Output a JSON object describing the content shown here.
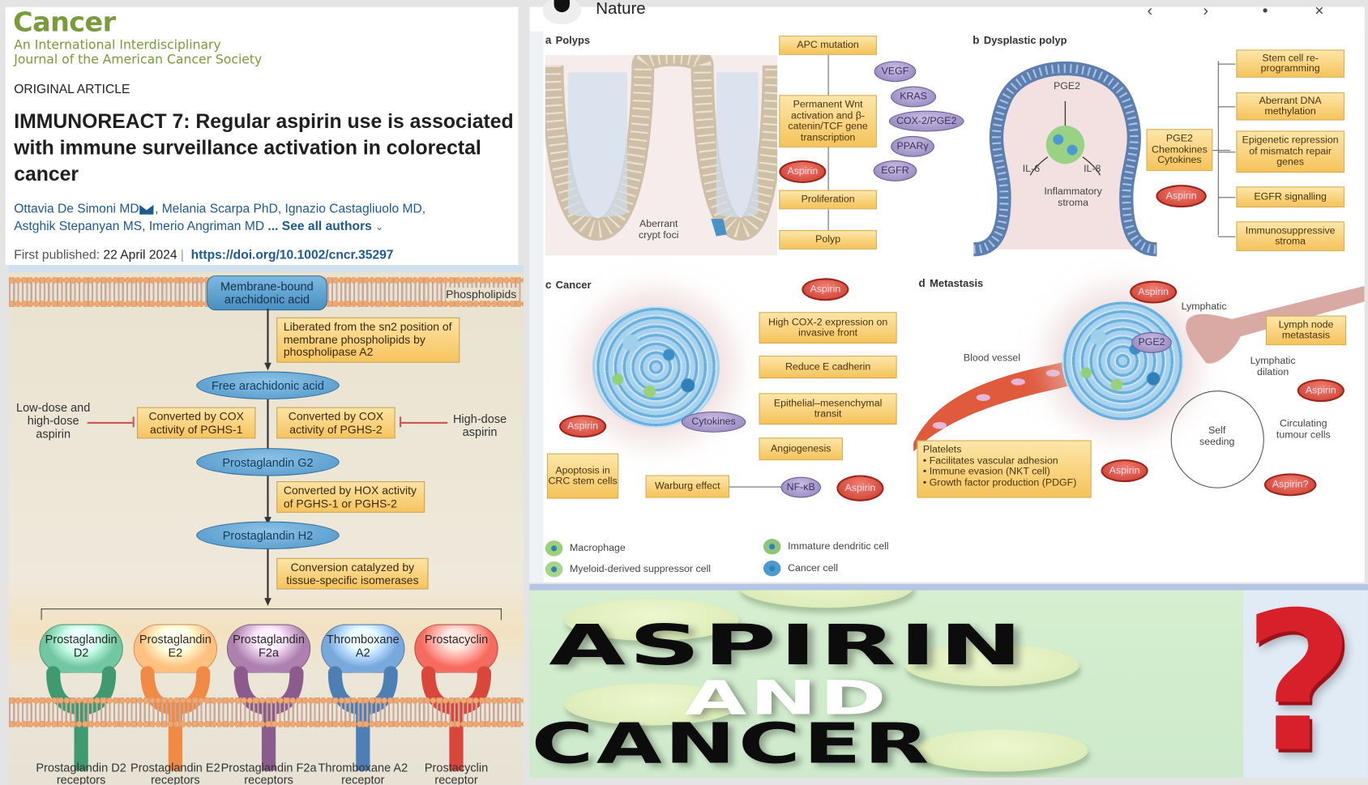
{
  "article": {
    "journal_name": "Cancer",
    "journal_subtitle_1": "An International Interdisciplinary",
    "journal_subtitle_2": "Journal of the American Cancer Society",
    "article_type": "ORIGINAL ARTICLE",
    "title": "IMMUNOREACT 7: Regular aspirin use is associated with immune surveillance activation in colorectal cancer",
    "authors": [
      "Ottavia De Simoni MD",
      "Melania Scarpa PhD",
      "Ignazio Castagliuolo MD",
      "Astghik Stepanyan MS",
      "Imerio Angriman MD"
    ],
    "see_all_authors": "... See all authors",
    "first_published_label": "First published:",
    "first_published_date": "22 April 2024",
    "separator": "|",
    "doi": "https://doi.org/10.1002/cncr.35297",
    "icons": {
      "mail": "mail-icon",
      "expand": "chevron-down-icon"
    }
  },
  "pathway_figure": {
    "membrane_label": "Phospholipids",
    "start_node": "Membrane-bound arachidonic acid",
    "step1_note": "Liberated from the sn2 position of membrane phospholipids by phospholipase A2",
    "node_free_aa": "Free arachidonic acid",
    "cox1_note": "Converted by COX activity of PGHS-1",
    "cox2_note": "Converted by COX activity of PGHS-2",
    "left_inhibitor": "Low-dose and high-dose aspirin",
    "right_inhibitor": "High-dose aspirin",
    "node_pgg2": "Prostaglandin G2",
    "hox_note": "Converted by HOX activity of PGHS-1 or PGHS-2",
    "node_pgh2": "Prostaglandin H2",
    "isomerase_note": "Conversion catalyzed by tissue-specific isomerases",
    "products": [
      {
        "name": "Prostaglandin D2",
        "receptor": "Prostaglandin D2 receptors",
        "color": "#3f9a72"
      },
      {
        "name": "Prostaglandin E2",
        "receptor": "Prostaglandin E2 receptors",
        "color": "#f08a45"
      },
      {
        "name": "Prostaglandin F2a",
        "receptor": "Prostaglandin F2a receptors",
        "color": "#8a5b8c"
      },
      {
        "name": "Thromboxane A2",
        "receptor": "Thromboxane A2 receptor",
        "color": "#4d7fb5"
      },
      {
        "name": "Prostacyclin",
        "receptor": "Prostacyclin receptor",
        "color": "#d9463a"
      }
    ]
  },
  "nature_viewer": {
    "title": "Nature",
    "nav_icons": [
      "chevron-left-icon",
      "chevron-right-icon",
      "more-vertical-icon",
      "close-icon"
    ],
    "panel_a": {
      "label": "a",
      "title": "Polyps",
      "crypt_label": "Aberrant crypt foci",
      "boxes": [
        "APC mutation",
        "Permanent Wnt activation and β-catenin/TCF gene transcription",
        "Proliferation",
        "Polyp"
      ],
      "inputs": [
        "VEGF",
        "KRAS",
        "COX-2/PGE2",
        "PPARγ",
        "EGFR"
      ],
      "inhibitor": "Aspirin"
    },
    "panel_b": {
      "label": "b",
      "title": "Dysplastic polyp",
      "center_labels": [
        "PGE2",
        "IL-6",
        "IL-8",
        "Inflammatory stroma"
      ],
      "source_box": "PGE2 Chemokines Cytokines",
      "inhibitor": "Aspirin",
      "outcomes": [
        "Stem cell re-programming",
        "Aberrant DNA methylation",
        "Epigenetic repression of mismatch repair genes",
        "EGFR signalling",
        "Immunosuppressive stroma"
      ]
    },
    "panel_c": {
      "label": "c",
      "title": "Cancer",
      "inhibitor": "Aspirin",
      "chain": [
        "High COX-2 expression on invasive front",
        "Reduce E cadherin",
        "Epithelial–mesenchymal transit",
        "Angiogenesis"
      ],
      "cytokines": "Cytokines",
      "apoptosis": "Apoptosis in CRC stem cells",
      "warburg": "Warburg effect",
      "nfkb": "NF-κB"
    },
    "panel_d": {
      "label": "d",
      "title": "Metastasis",
      "inhibitor": "Aspirin",
      "inhibitor_uncertain": "Aspirin?",
      "pge2": "PGE2",
      "lymphatic": "Lymphatic",
      "lymph_node": "Lymph node metastasis",
      "lymphatic_dilation": "Lymphatic dilation",
      "blood_vessel": "Blood vessel",
      "self_seeding": "Self seeding",
      "circulating": "Circulating tumour cells",
      "platelets_title": "Platelets",
      "platelets_items": [
        "Facilitates vascular adhesion",
        "Immune evasion (NKT cell)",
        "Growth factor production (PDGF)"
      ]
    },
    "legend": [
      {
        "label": "Macrophage",
        "color": "#9ccf7a"
      },
      {
        "label": "Immature dendritic cell",
        "color": "#8fc47a"
      },
      {
        "label": "Myeloid-derived suppressor cell",
        "color": "#a6d48c"
      },
      {
        "label": "Cancer cell",
        "color": "#4d9ad1"
      }
    ]
  },
  "banner": {
    "word1": "ASPIRIN",
    "word2": "AND",
    "word3": "CANCER",
    "symbol": "?"
  }
}
